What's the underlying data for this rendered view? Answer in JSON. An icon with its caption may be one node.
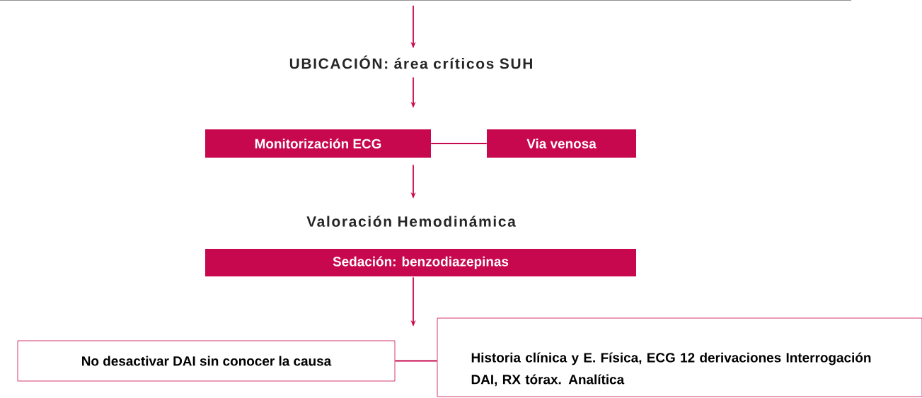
{
  "diagram": {
    "nodes": [
      {
        "text": [
          "UBICACIÓN: área críticos SUH"
        ]
      },
      {
        "text": [
          "Monitorización ECG"
        ]
      },
      {
        "text": [
          "Via venosa"
        ]
      },
      {
        "text": [
          "Valoración Hemodinámica"
        ]
      },
      {
        "text": [
          "Sedación: benzodiazepinas"
        ]
      },
      {
        "text": [
          "No desactivar DAI sin conocer la causa"
        ]
      },
      {
        "text": [
          "Historia clínica y E. Física, ECG 12 derivaciones Interrogación DAI, RX tórax. Analítica"
        ]
      }
    ],
    "edges": [
      {
        "from": null,
        "to": 0,
        "arrow": "to"
      },
      {
        "from": 0,
        "to": 1,
        "arrow": "to"
      },
      {
        "from": 1,
        "to": 2,
        "arrow": "none"
      },
      {
        "from": 1,
        "to": 3,
        "arrow": "to"
      },
      {
        "from": 4,
        "to": null,
        "arrow": "to"
      },
      {
        "from": 5,
        "to": 6,
        "arrow": "none"
      }
    ]
  }
}
